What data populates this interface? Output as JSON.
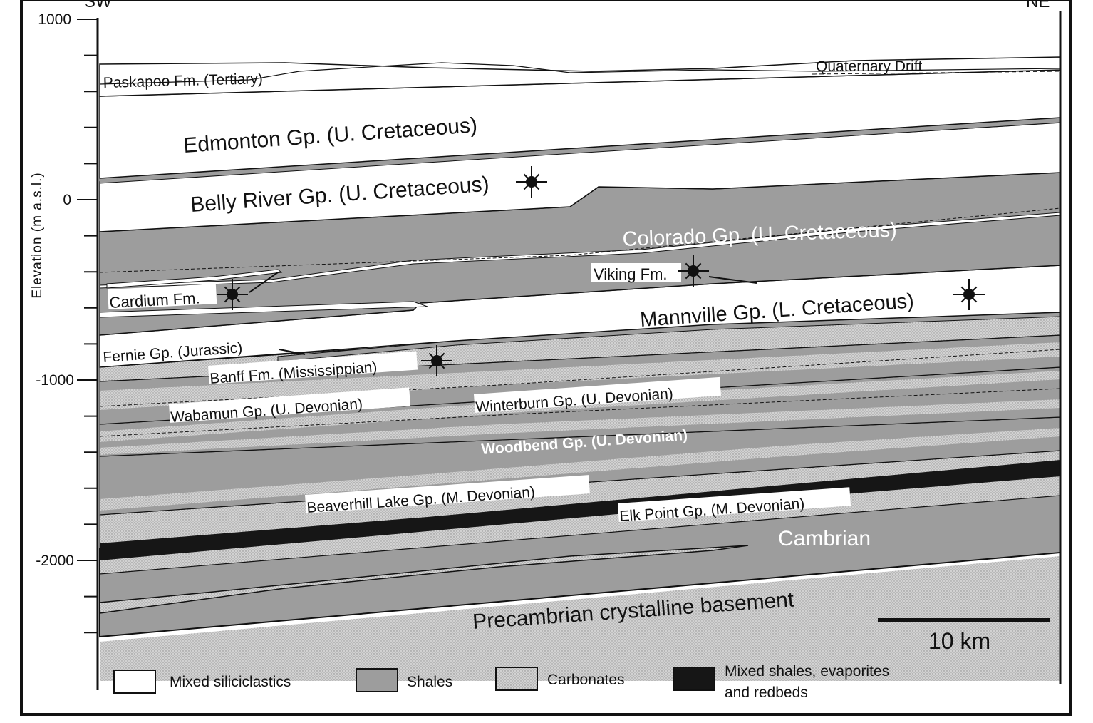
{
  "compass": {
    "left": "SW",
    "right": "NE"
  },
  "axis": {
    "title": "Elevation (m a.s.l.)",
    "ticks": [
      "1000",
      "0",
      "-1000",
      "-2000"
    ]
  },
  "units": [
    {
      "key": "quaternary",
      "label": "Quaternary Drift"
    },
    {
      "key": "paskapoo",
      "label": "Paskapoo Fm. (Tertiary)"
    },
    {
      "key": "edmonton",
      "label": "Edmonton Gp. (U. Cretaceous)"
    },
    {
      "key": "belly_river",
      "label": "Belly River Gp. (U. Cretaceous)"
    },
    {
      "key": "colorado",
      "label": "Colorado Gp. (U. Cretaceous)"
    },
    {
      "key": "viking",
      "label": "Viking Fm."
    },
    {
      "key": "cardium",
      "label": "Cardium Fm."
    },
    {
      "key": "mannville",
      "label": "Mannville Gp. (L. Cretaceous)"
    },
    {
      "key": "fernie",
      "label": "Fernie Gp. (Jurassic)"
    },
    {
      "key": "banff",
      "label": "Banff Fm. (Mississippian)"
    },
    {
      "key": "wabamun",
      "label": "Wabamun Gp. (U. Devonian)"
    },
    {
      "key": "winterburn",
      "label": "Winterburn Gp. (U. Devonian)"
    },
    {
      "key": "woodbend",
      "label": "Woodbend Gp. (U. Devonian)"
    },
    {
      "key": "beaverhill",
      "label": "Beaverhill Lake Gp. (M. Devonian)"
    },
    {
      "key": "elk_point",
      "label": "Elk Point Gp. (M. Devonian)"
    },
    {
      "key": "cambrian",
      "label": "Cambrian"
    },
    {
      "key": "precambrian",
      "label": "Precambrian crystalline basement"
    }
  ],
  "scale_bar": {
    "label": "10 km"
  },
  "legend": [
    {
      "pattern": "white",
      "label": "Mixed siliciclastics"
    },
    {
      "pattern": "gray",
      "label": "Shales"
    },
    {
      "pattern": "dots",
      "label": "Carbonates"
    },
    {
      "pattern": "black",
      "label": "Mixed shales, evaporites",
      "label2": "and redbeds"
    }
  ],
  "colors": {
    "siliciclastics": "#ffffff",
    "shale": "#9d9d9d",
    "carbonate": "#cfcfcf",
    "evaporite": "#161616",
    "line": "#111111"
  }
}
